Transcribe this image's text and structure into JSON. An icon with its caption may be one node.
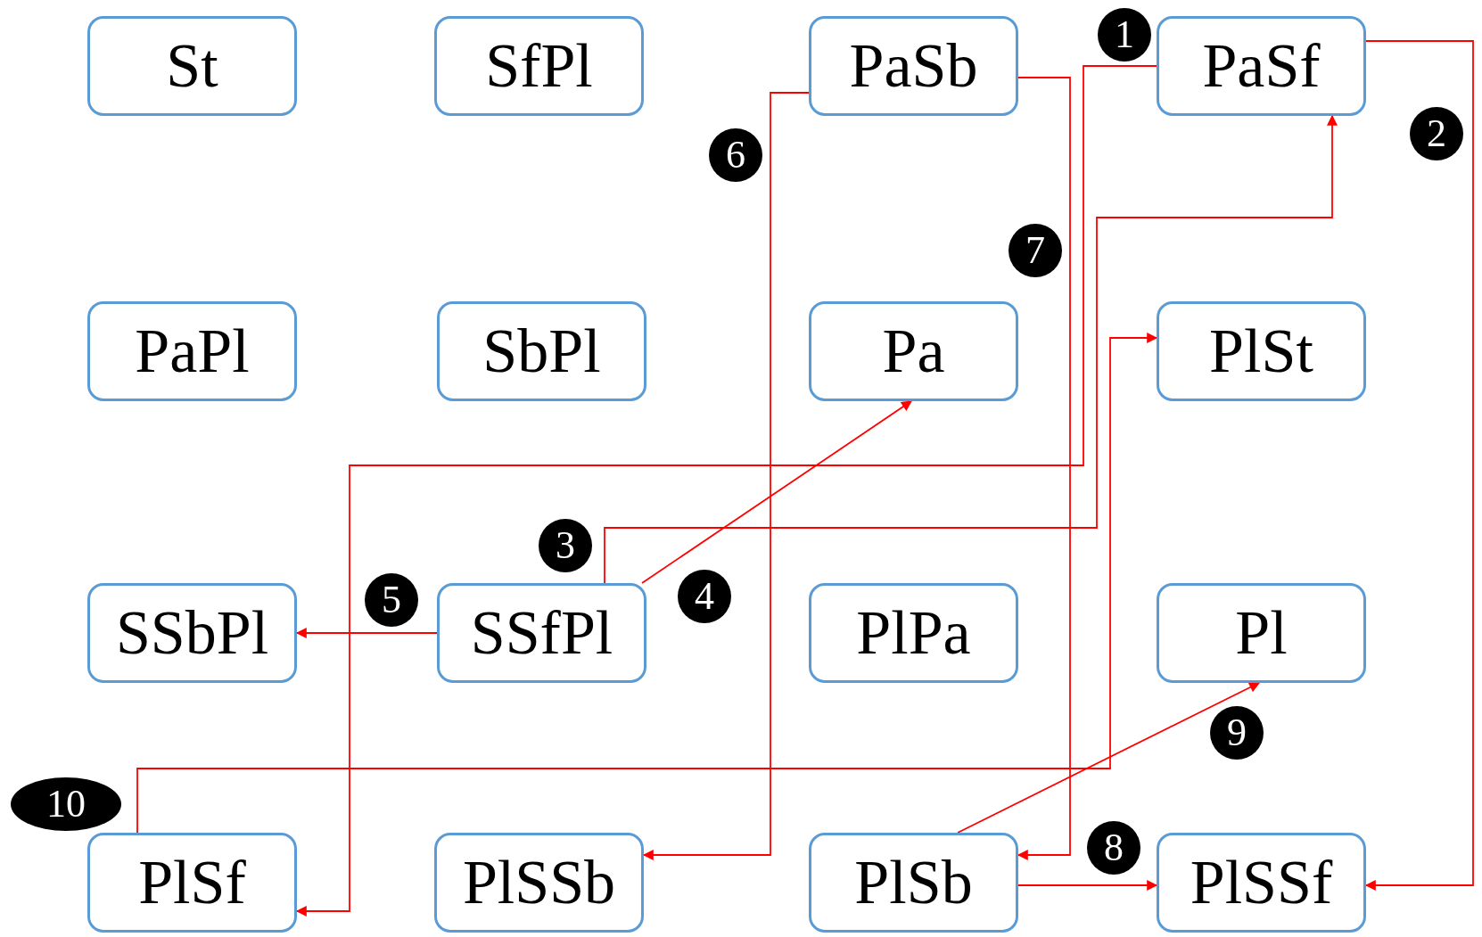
{
  "diagram": {
    "nodes": [
      {
        "text": [
          "St"
        ]
      },
      {
        "text": [
          "SfPl"
        ]
      },
      {
        "text": [
          "PaSb"
        ]
      },
      {
        "text": [
          "PaSf"
        ]
      },
      {
        "text": [
          "PaPl"
        ]
      },
      {
        "text": [
          "SbPl"
        ]
      },
      {
        "text": [
          "Pa"
        ]
      },
      {
        "text": [
          "PlSt"
        ]
      },
      {
        "text": [
          "SSbPl"
        ]
      },
      {
        "text": [
          "SSfPl"
        ]
      },
      {
        "text": [
          "PlPa"
        ]
      },
      {
        "text": [
          "Pl"
        ]
      },
      {
        "text": [
          "PlSf"
        ]
      },
      {
        "text": [
          "PlSSb"
        ]
      },
      {
        "text": [
          "PlSb"
        ]
      },
      {
        "text": [
          "PlSSf"
        ]
      }
    ],
    "edges": [
      {
        "from": 3,
        "to": 12,
        "arrow": "to",
        "label": "1"
      },
      {
        "from": 3,
        "to": 15,
        "arrow": "to",
        "label": "2"
      },
      {
        "from": 9,
        "to": 3,
        "arrow": "to",
        "label": "3"
      },
      {
        "from": 9,
        "to": 6,
        "arrow": "to",
        "label": "4"
      },
      {
        "from": 9,
        "to": 8,
        "arrow": "to",
        "label": "5"
      },
      {
        "from": 2,
        "to": 13,
        "arrow": "to",
        "label": "6"
      },
      {
        "from": 2,
        "to": 14,
        "arrow": "to",
        "label": "7"
      },
      {
        "from": 14,
        "to": 15,
        "arrow": "to",
        "label": "8"
      },
      {
        "from": 14,
        "to": 11,
        "arrow": "to",
        "label": "9"
      },
      {
        "from": 12,
        "to": 7,
        "arrow": "to",
        "label": "10"
      }
    ]
  }
}
